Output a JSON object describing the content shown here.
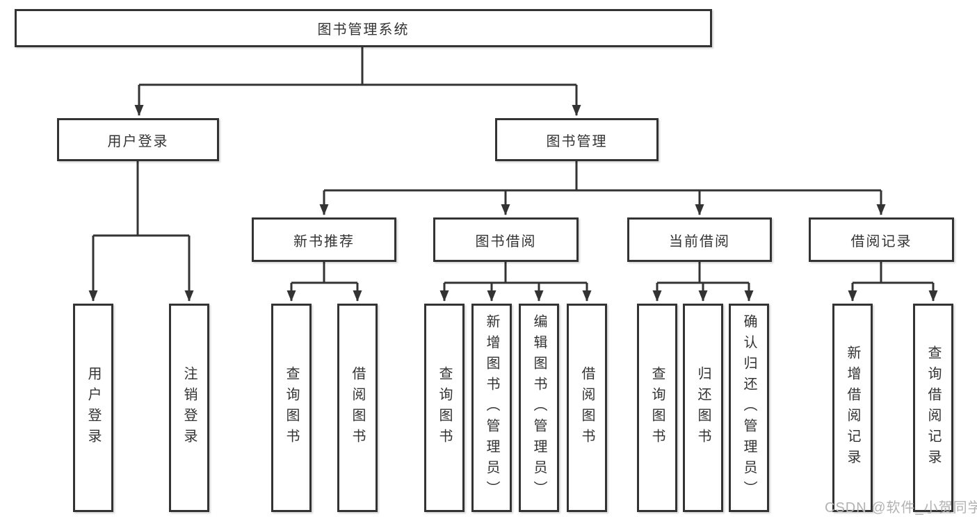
{
  "diagram_type": "tree",
  "colors": {
    "line": "#333333",
    "box_border": "#333333",
    "text": "#333333",
    "background": "#ffffff",
    "watermark": "#b2b2b2"
  },
  "tree": {
    "label": "图书管理系统",
    "children": [
      {
        "label": "用户登录",
        "children": [
          {
            "label": "用户登录"
          },
          {
            "label": "注销登录"
          }
        ]
      },
      {
        "label": "图书管理",
        "children": [
          {
            "label": "新书推荐",
            "children": [
              {
                "label": "查询图书"
              },
              {
                "label": "借阅图书"
              }
            ]
          },
          {
            "label": "图书借阅",
            "children": [
              {
                "label": "查询图书"
              },
              {
                "label": "新增图书（管理员）"
              },
              {
                "label": "编辑图书（管理员）"
              },
              {
                "label": "借阅图书"
              }
            ]
          },
          {
            "label": "当前借阅",
            "children": [
              {
                "label": "查询图书"
              },
              {
                "label": "归还图书"
              },
              {
                "label": "确认归还（管理员）"
              }
            ]
          },
          {
            "label": "借阅记录",
            "children": [
              {
                "label": "新增借阅记录"
              },
              {
                "label": "查询借阅记录"
              }
            ]
          }
        ]
      }
    ]
  },
  "watermark": {
    "text": "CSDN @软件_小贺同学"
  }
}
